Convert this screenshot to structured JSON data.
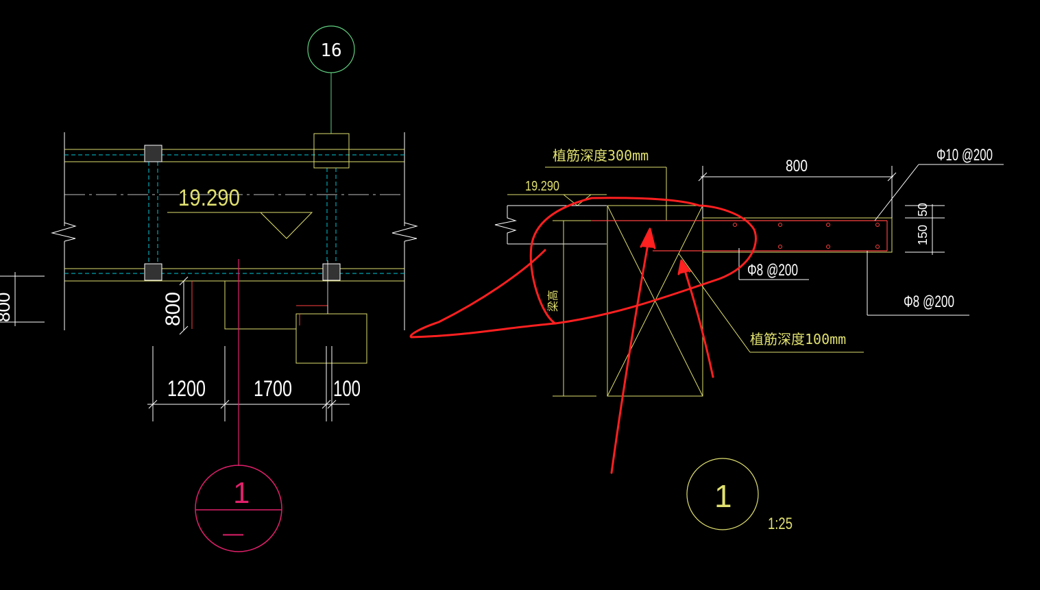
{
  "plan": {
    "axis_label": "16",
    "elevation": "19.290",
    "dim_bottom": [
      "1200",
      "1700",
      "100"
    ],
    "dim_vertical": "800",
    "dim_left_partial": "800",
    "section_mark_top": "1",
    "section_mark_bottom": "—"
  },
  "section": {
    "label_depth_300": "植筋深度300mm",
    "elevation": "19.290",
    "dim_800": "800",
    "rebar_top": "Φ10 @200",
    "rebar_mid": "Φ8 @200",
    "rebar_low": "Φ8 @200",
    "label_depth_100": "植筋深度100mm",
    "dim_150": "150",
    "dim_50": "50",
    "beam_label": "梁高",
    "title_number": "1",
    "scale": "1:25"
  },
  "colors": {
    "background": "#000000",
    "yellow": "#e0e070",
    "white": "#ffffff",
    "cyan": "#00c8d8",
    "magenta": "#e0206a",
    "markup_red": "#ff2020",
    "green": "#50d070"
  }
}
